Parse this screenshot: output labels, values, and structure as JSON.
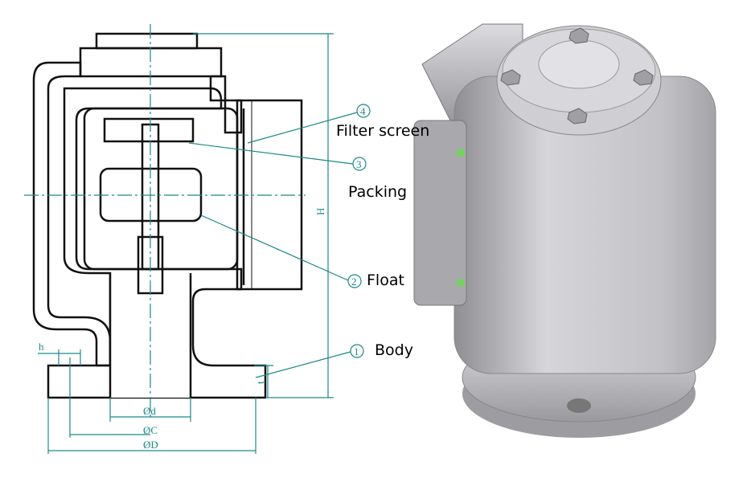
{
  "callouts": [
    {
      "number": "4",
      "label": "Filter screen"
    },
    {
      "number": "3",
      "label": "Packing"
    },
    {
      "number": "2",
      "label": "Float"
    },
    {
      "number": "1",
      "label": "Body"
    }
  ],
  "dimensions": {
    "h": "h",
    "d": "Ød",
    "c": "ØC",
    "D": "ØD",
    "H": "H",
    "t": "t"
  },
  "colors": {
    "dimension": "#1a8a8a",
    "render_body": "#b9b9bd",
    "indicator": "#6fd65a"
  }
}
